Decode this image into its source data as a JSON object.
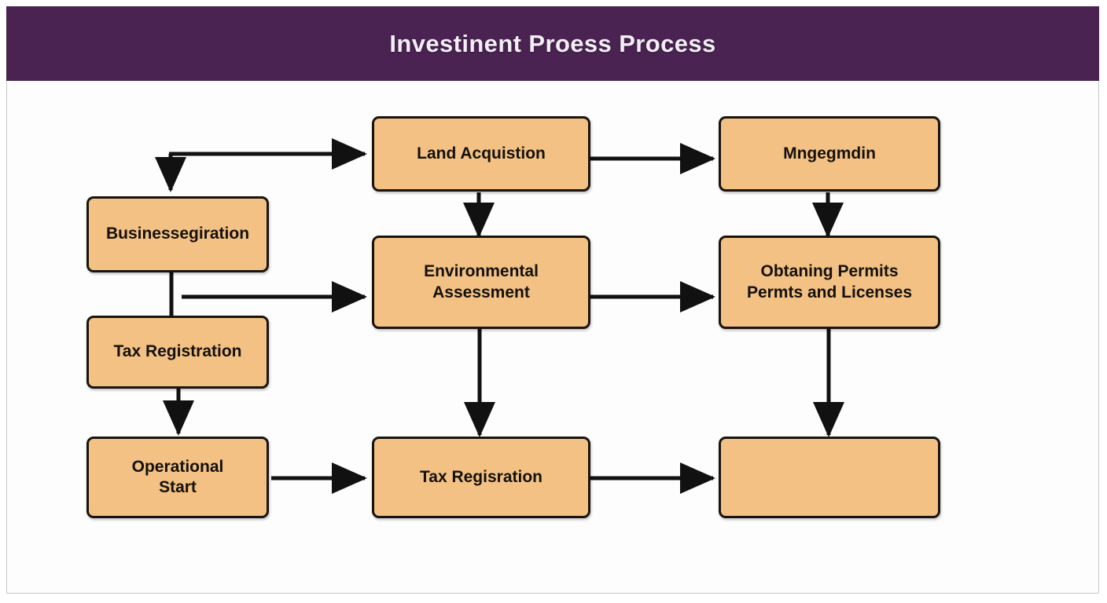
{
  "header": {
    "title": "Investinent Proess Process",
    "background_color": "#4a2352",
    "text_color": "#f2eef4"
  },
  "theme": {
    "node_fill": "#f2c183",
    "node_border": "#191410",
    "connector_color": "#111111",
    "canvas_background": "#fdfdfd",
    "card_border": "#c9c9cf"
  },
  "diagram": {
    "type": "flowchart",
    "nodes": [
      {
        "id": "land-acquistion",
        "label": "Land Acquistion",
        "column": "middle",
        "row": "top"
      },
      {
        "id": "mngegmdin",
        "label": "Mngegmdin",
        "column": "right",
        "row": "top"
      },
      {
        "id": "business-registration",
        "label": "Businessegiration",
        "column": "left",
        "row": "upper"
      },
      {
        "id": "environmental-assessment",
        "label": "Environmental\nAssessment",
        "column": "middle",
        "row": "middle"
      },
      {
        "id": "obtaining-permits",
        "label": "Obtaning Permits\nPermts and Licenses",
        "column": "right",
        "row": "middle"
      },
      {
        "id": "tax-registration",
        "label": "Tax Registration",
        "column": "left",
        "row": "lower"
      },
      {
        "id": "operational-start",
        "label": "Operational\nStart",
        "column": "left",
        "row": "bottom"
      },
      {
        "id": "tax-regisration",
        "label": "Tax Regisration",
        "column": "middle",
        "row": "bottom"
      },
      {
        "id": "unlabeled-box",
        "label": "",
        "column": "right",
        "row": "bottom"
      }
    ],
    "edges": [
      {
        "from": "entry-junction",
        "to": "land-acquistion",
        "style": "elbow-right"
      },
      {
        "from": "entry-junction",
        "to": "business-registration",
        "style": "down"
      },
      {
        "from": "land-acquistion",
        "to": "mngegmdin",
        "style": "right"
      },
      {
        "from": "land-acquistion",
        "to": "environmental-assessment",
        "style": "down"
      },
      {
        "from": "mngegmdin",
        "to": "obtaining-permits",
        "style": "down"
      },
      {
        "from": "business-registration",
        "to": "tax-registration",
        "style": "down"
      },
      {
        "from": "business-registration",
        "to": "environmental-assessment",
        "style": "right"
      },
      {
        "from": "environmental-assessment",
        "to": "obtaining-permits",
        "style": "right"
      },
      {
        "from": "environmental-assessment",
        "to": "tax-regisration",
        "style": "down"
      },
      {
        "from": "tax-registration",
        "to": "operational-start",
        "style": "down"
      },
      {
        "from": "operational-start",
        "to": "tax-regisration",
        "style": "right"
      },
      {
        "from": "tax-regisration",
        "to": "unlabeled-box",
        "style": "right"
      },
      {
        "from": "obtaining-permits",
        "to": "unlabeled-box",
        "style": "down"
      }
    ]
  }
}
